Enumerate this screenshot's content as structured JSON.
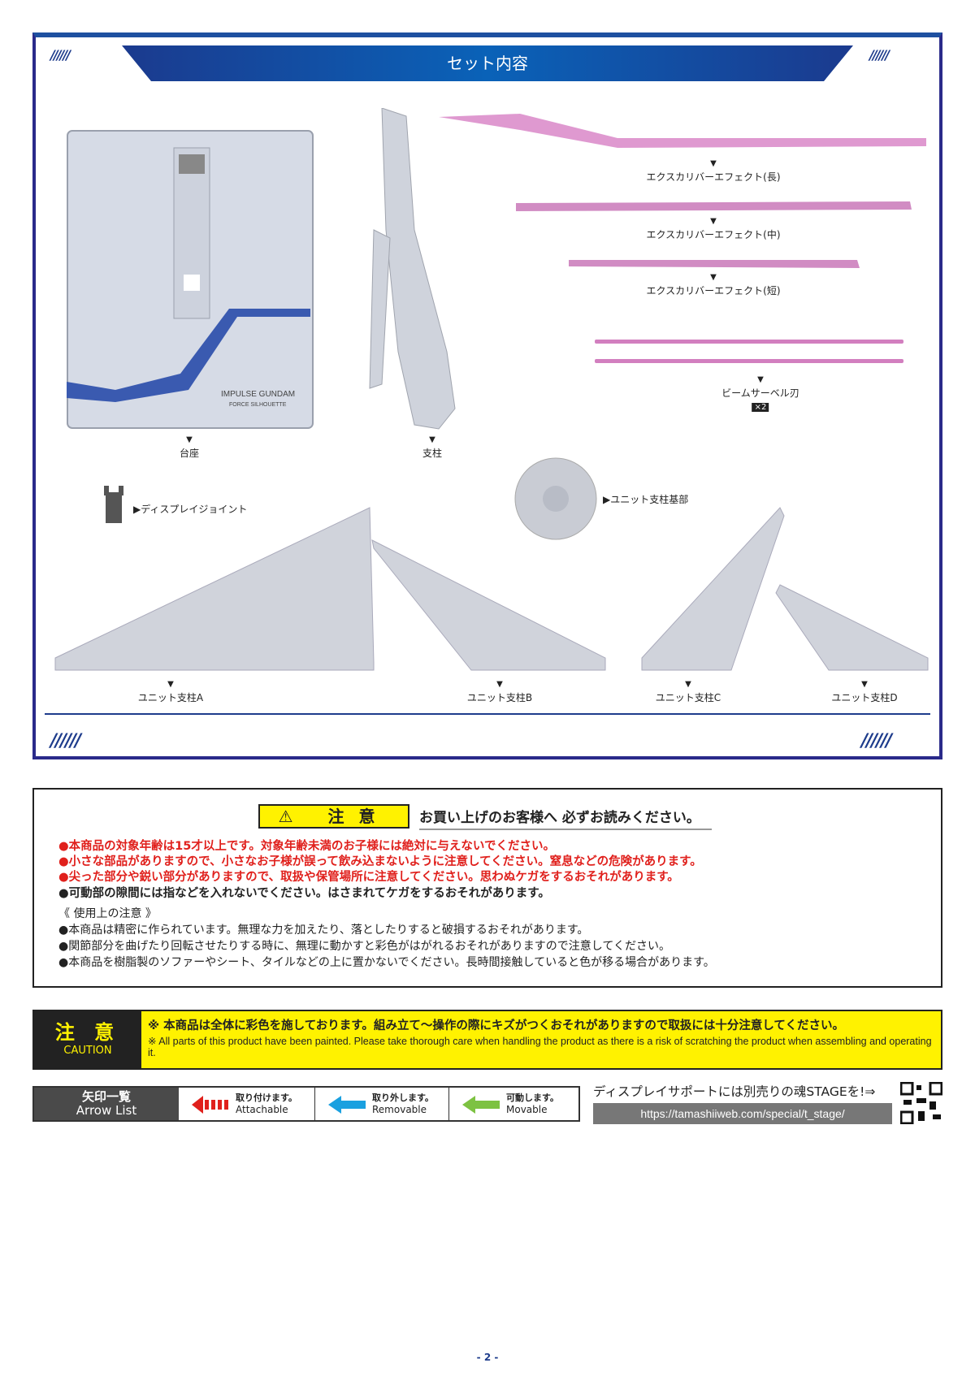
{
  "section_title": "セット内容",
  "parts": {
    "base": "台座",
    "base_print_1": "IMPULSE GUNDAM",
    "base_print_2": "FORCE SILHOUETTE",
    "pillar": "支柱",
    "excalibur_long": "エクスカリバーエフェクト(長)",
    "excalibur_mid": "エクスカリバーエフェクト(中)",
    "excalibur_short": "エクスカリバーエフェクト(短)",
    "beam_saber": "ビームサーベル刃",
    "beam_saber_count": "×2",
    "display_joint": "▶ディスプレイジョイント",
    "unit_base": "▶ユニット支柱基部",
    "unit_a": "ユニット支柱A",
    "unit_b": "ユニット支柱B",
    "unit_c": "ユニット支柱C",
    "unit_d": "ユニット支柱D"
  },
  "warning": {
    "head": "注意",
    "sub": "お買い上げのお客様へ 必ずお読みください。",
    "red": [
      "●本商品の対象年齢は15才以上です。対象年齢未満のお子様には絶対に与えないでください。",
      "●小さな部品がありますので、小さなお子様が誤って飲み込まないように注意してください。窒息などの危険があります。",
      "●尖った部分や鋭い部分がありますので、取扱や保管場所に注意してください。思わぬケガをするおそれがあります。"
    ],
    "black": "●可動部の隙間には指などを入れないでください。はさまれてケガをするおそれがあります。",
    "usage_title": "《 使用上の注意 》",
    "usage": [
      "●本商品は精密に作られています。無理な力を加えたり、落としたりすると破損するおそれがあります。",
      "●関節部分を曲げたり回転させたりする時に、無理に動かすと彩色がはがれるおそれがありますので注意してください。",
      "●本商品を樹脂製のソファーやシート、タイルなどの上に置かないでください。長時間接触していると色が移る場合があります。"
    ]
  },
  "caution": {
    "jp_title": "注 意",
    "en_title": "CAUTION",
    "jp": "※ 本商品は全体に彩色を施しております。組み立て〜操作の際にキズがつくおそれがありますので取扱には十分注意してください。",
    "en": "※ All parts of this product have been painted. Please take thorough care when handling the product as there is a risk of scratching the product when assembling and operating it."
  },
  "arrows": {
    "title_jp": "矢印一覧",
    "title_en": "Arrow List",
    "items": [
      {
        "jp": "取り付けます。",
        "en": "Attachable",
        "color": "#e0201c"
      },
      {
        "jp": "取り外します。",
        "en": "Removable",
        "color": "#1aa0e0"
      },
      {
        "jp": "可動します。",
        "en": "Movable",
        "color": "#7dc242"
      }
    ]
  },
  "stage": {
    "text": "ディスプレイサポートには別売りの魂STAGEを!⇒",
    "url": "https://tamashiiweb.com/special/t_stage/"
  },
  "page_number": "- 2 -"
}
